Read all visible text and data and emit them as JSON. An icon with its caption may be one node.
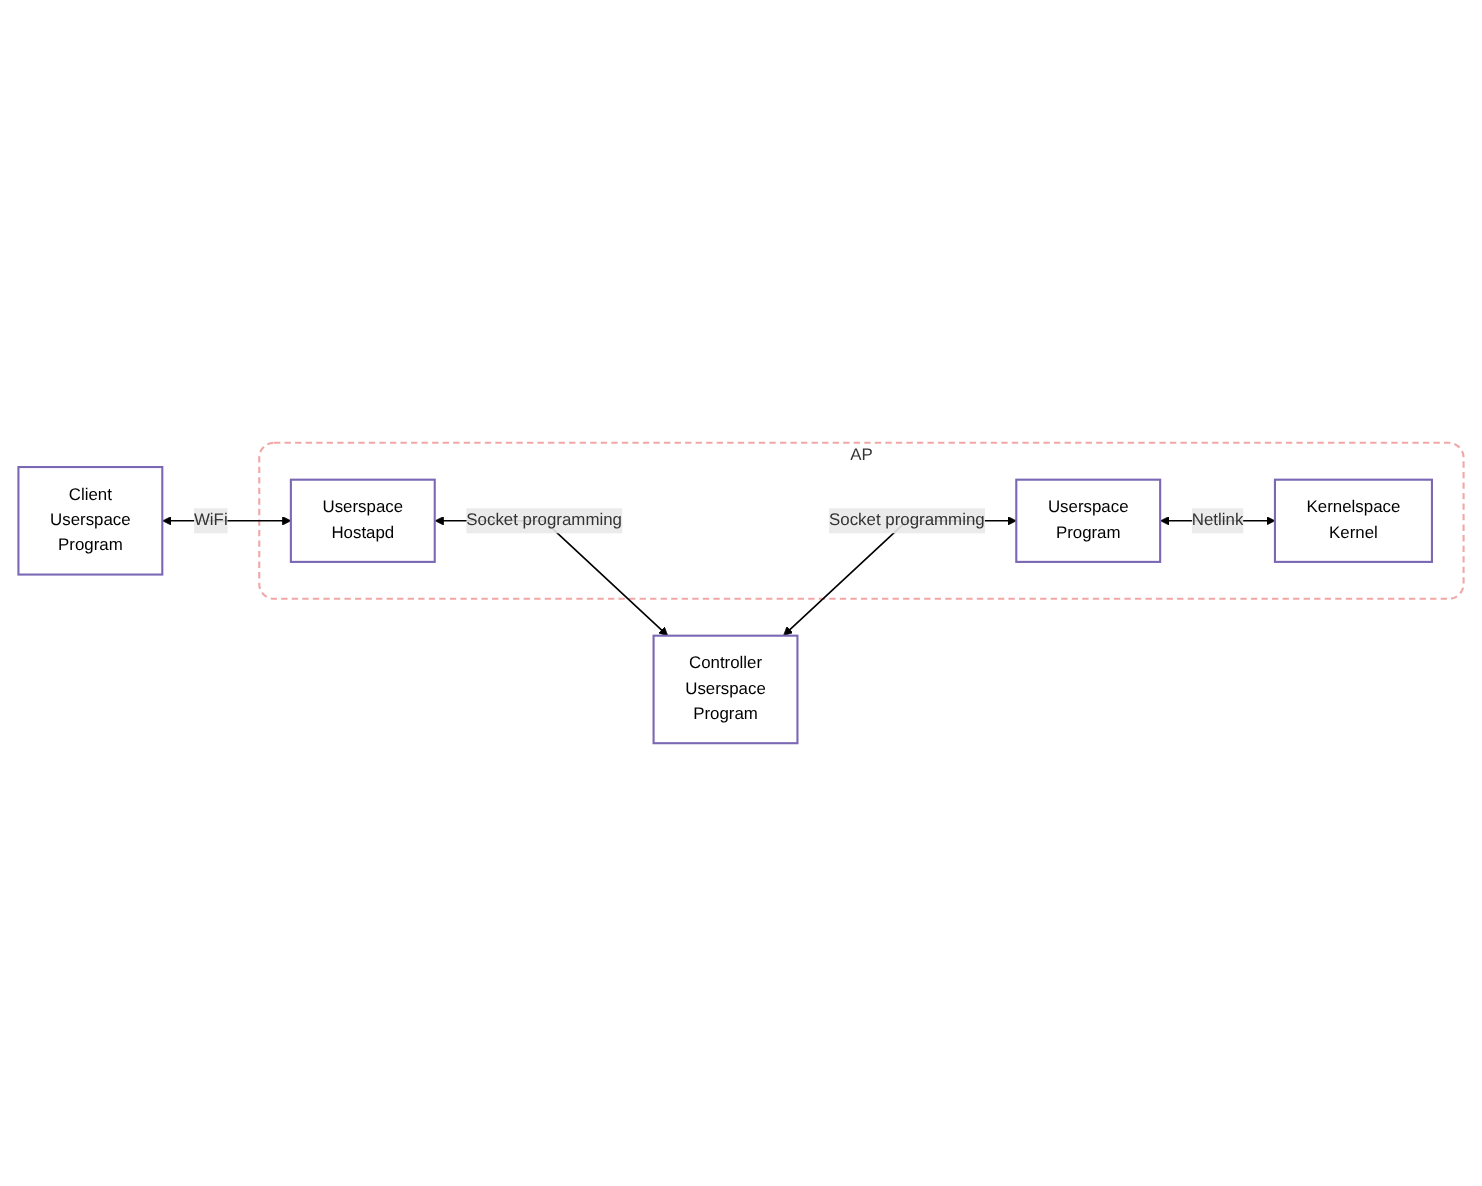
{
  "diagram": {
    "nodes": [
      {
        "text": [
          "Client",
          "Userspace",
          "Program"
        ]
      },
      {
        "text": [
          "AP"
        ]
      },
      {
        "text": [
          "Userspace",
          "Hostapd"
        ],
        "in": 1
      },
      {
        "text": [
          "Userspace",
          "Program"
        ],
        "in": 1
      },
      {
        "text": [
          "Kernelspace",
          "Kernel"
        ],
        "in": 1
      },
      {
        "text": [
          "Controller",
          "Userspace",
          "Program"
        ]
      }
    ],
    "edges": [
      {
        "from": 0,
        "to": 2,
        "arrow": "both",
        "label": "WiFi"
      },
      {
        "from": 2,
        "to": 5,
        "arrow": "both",
        "label": "Socket programming"
      },
      {
        "from": 5,
        "to": 3,
        "arrow": "both",
        "label": "Socket programming"
      },
      {
        "from": 3,
        "to": 4,
        "arrow": "both",
        "label": "Netlink"
      }
    ]
  }
}
